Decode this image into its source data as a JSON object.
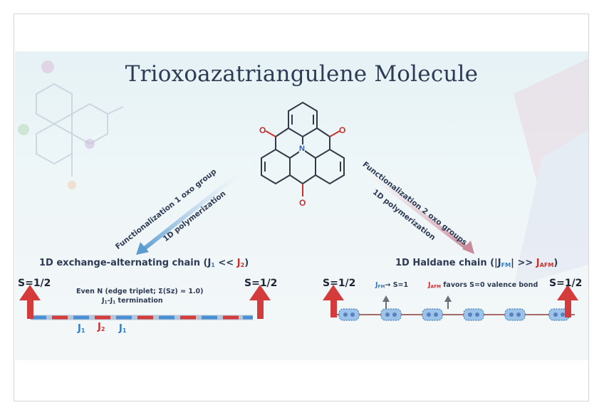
{
  "title": "Trioxoazatriangulene Molecule",
  "molecule": {
    "atom_O": "O",
    "atom_N": "N"
  },
  "left_branch": {
    "label_1": "Functionalization 1 oxo group",
    "label_2": "1D polymerization"
  },
  "right_branch": {
    "label_1": "Functionalization 2 oxo groups",
    "label_2": "1D polymerization"
  },
  "left_chain": {
    "title_main": "1D exchange-alternating chain (J",
    "title_sub1": "1",
    "title_mid": " << ",
    "title_j2": "J",
    "title_sub2": "2",
    "title_end": ")",
    "spin_left": "S=1/2",
    "spin_right": "S=1/2",
    "note_line1": "Even N (edge triplet; Σ(Sz) ≈ 1.0)",
    "note_line2_a": "J",
    "note_line2_sub1": "1",
    "note_line2_b": "-J",
    "note_line2_sub2": "1",
    "note_line2_c": " termination",
    "j_labels": [
      {
        "j": "J",
        "sub": "1",
        "color": "blue"
      },
      {
        "j": "J",
        "sub": "2",
        "color": "red"
      },
      {
        "j": "J",
        "sub": "1",
        "color": "blue"
      }
    ]
  },
  "right_chain": {
    "title_main": "1D Haldane chain (|J",
    "title_sub1": "FM",
    "title_mid": "| >> ",
    "title_j2": "J",
    "title_sub2": "AFM",
    "title_end": ")",
    "spin_left": "S=1/2",
    "spin_right": "S=1/2",
    "fm_j": "J",
    "fm_sub": "FM",
    "fm_text": "→ S=1",
    "afm_j": "J",
    "afm_sub": "AFM",
    "afm_text": " favors S=0 valence bond"
  },
  "colors": {
    "accent_blue": "#2b7fc8",
    "accent_red": "#c9302c",
    "title": "#2e3b55"
  }
}
